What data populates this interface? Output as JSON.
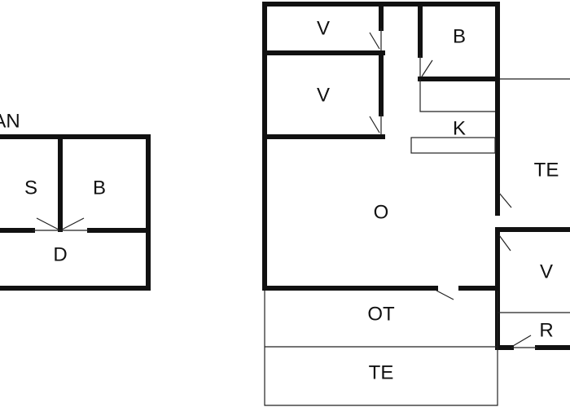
{
  "floor_plan": {
    "side_label": "AN",
    "annex_rooms": {
      "sleeping": "S",
      "bathroom": "B",
      "hall": "D"
    },
    "main_rooms": {
      "bedroom_top": "V",
      "bathroom": "B",
      "bedroom_middle": "V",
      "kitchen": "K",
      "terrace_right": "TE",
      "living": "O",
      "bedroom_right": "V",
      "covered_terrace": "OT",
      "utility": "R",
      "terrace_bottom": "TE"
    }
  }
}
